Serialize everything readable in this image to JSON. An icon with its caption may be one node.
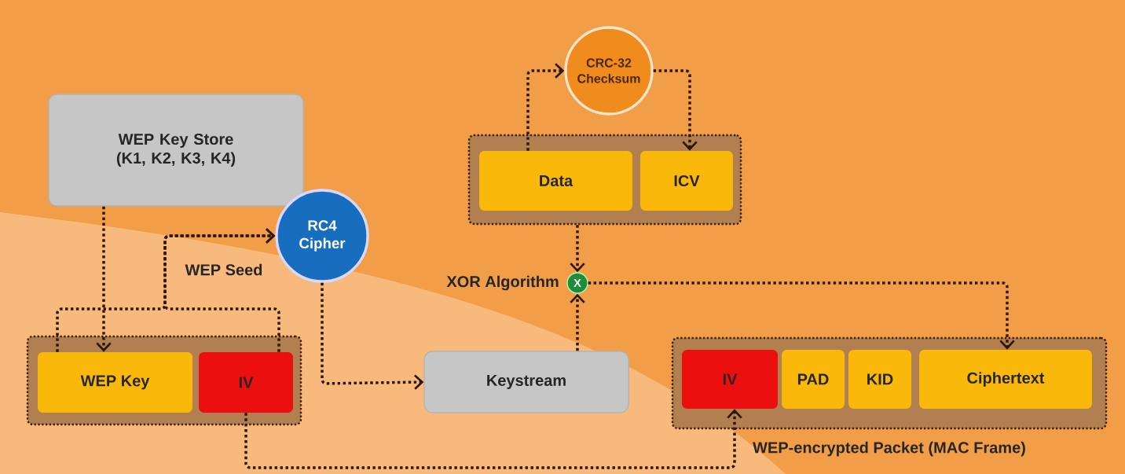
{
  "diagram": {
    "nodes": [
      {
        "text": [
          "WEP Key Store (K1, K2, K3, K4)"
        ]
      },
      {
        "text": [
          "RC4 Cipher"
        ]
      },
      {
        "text": [
          "CRC-32 Checksum"
        ]
      },
      {
        "text": [],
        "shape": "box"
      },
      {
        "text": [
          "Data"
        ],
        "in": 3
      },
      {
        "text": [
          "ICV"
        ],
        "in": 3
      },
      {
        "text": [
          "X"
        ],
        "beside": [
          "XOR Algorithm"
        ]
      },
      {
        "text": [],
        "shape": "box"
      },
      {
        "text": [
          "WEP Key"
        ],
        "in": 7
      },
      {
        "text": [
          "IV"
        ],
        "in": 7
      },
      {
        "text": [
          "Keystream"
        ]
      },
      {
        "text": [],
        "shape": "box",
        "beside": [
          "WEP-encrypted Packet (MAC Frame)"
        ]
      },
      {
        "text": [
          "IV"
        ],
        "in": 11
      },
      {
        "text": [
          "PAD"
        ],
        "in": 11
      },
      {
        "text": [
          "KID"
        ],
        "in": 11
      },
      {
        "text": [
          "Ciphertext"
        ],
        "in": 11
      }
    ],
    "edges": [
      {
        "from": 0,
        "to": 8,
        "arrow": "to"
      },
      {
        "from": 8,
        "to": 1,
        "arrow": "to",
        "label": "WEP Seed"
      },
      {
        "from": 9,
        "to": 1,
        "arrow": "to"
      },
      {
        "from": 1,
        "to": 10,
        "arrow": "to"
      },
      {
        "from": 4,
        "to": 2,
        "arrow": "to"
      },
      {
        "from": 2,
        "to": 5,
        "arrow": "to"
      },
      {
        "from": 3,
        "to": 6,
        "arrow": "to"
      },
      {
        "from": 10,
        "to": 6,
        "arrow": "to"
      },
      {
        "from": 6,
        "to": 15,
        "arrow": "to"
      },
      {
        "from": 9,
        "to": 12,
        "arrow": "to"
      }
    ]
  }
}
